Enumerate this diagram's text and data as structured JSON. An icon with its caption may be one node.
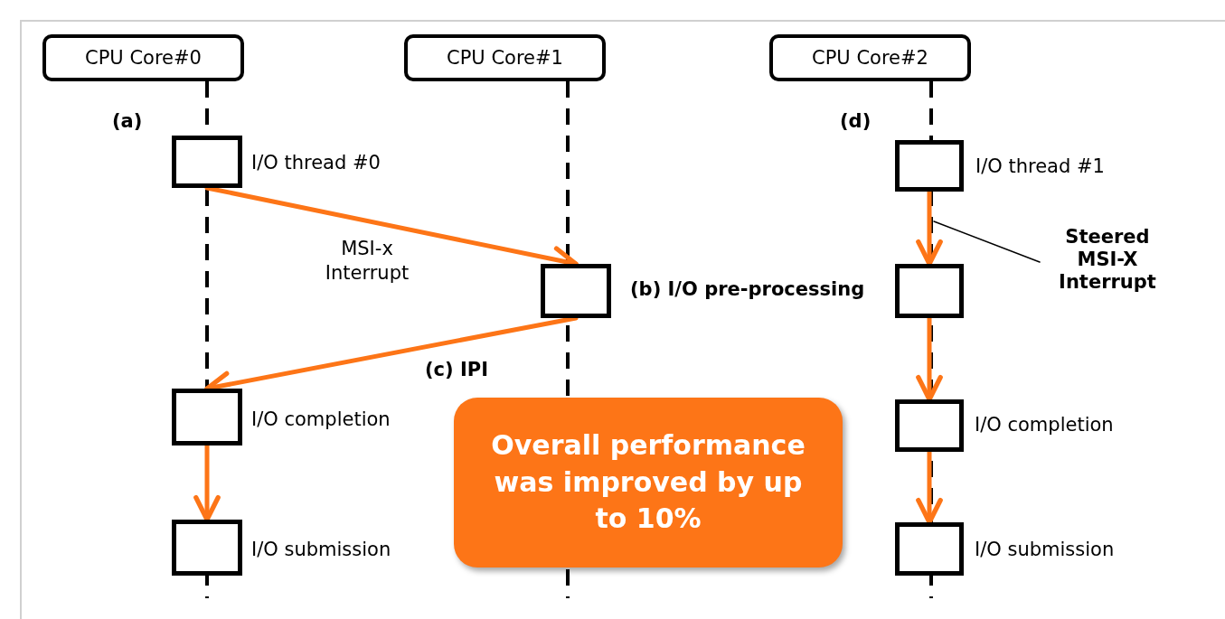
{
  "diagram": {
    "nodes": [
      {
        "text": [
          "CPU Core#0"
        ]
      },
      {
        "text": [
          "CPU Core#1"
        ]
      },
      {
        "text": [
          "CPU Core#2"
        ]
      },
      {
        "text": [],
        "shape": "box",
        "beside": [
          "(a)",
          "I/O thread #0"
        ]
      },
      {
        "text": [],
        "shape": "box",
        "beside": [
          "(b) I/O pre-processing"
        ]
      },
      {
        "text": [],
        "shape": "box",
        "beside": [
          "I/O completion"
        ]
      },
      {
        "text": [],
        "shape": "box",
        "beside": [
          "I/O submission"
        ]
      },
      {
        "text": [],
        "shape": "box",
        "beside": [
          "(d)",
          "I/O thread #1"
        ]
      },
      {
        "text": [],
        "shape": "box"
      },
      {
        "text": [],
        "shape": "box",
        "beside": [
          "I/O completion"
        ]
      },
      {
        "text": [],
        "shape": "box",
        "beside": [
          "I/O submission"
        ]
      },
      {
        "text": [
          "Overall performance was improved by up to 10%"
        ]
      },
      {
        "text": [
          "Steered MSI-X Interrupt"
        ]
      }
    ],
    "edges": [
      {
        "from": 3,
        "to": 4,
        "arrow": "to",
        "label": "MSI-x Interrupt"
      },
      {
        "from": 4,
        "to": 5,
        "arrow": "to",
        "label": "(c) IPI"
      },
      {
        "from": 5,
        "to": 6,
        "arrow": "to"
      },
      {
        "from": 7,
        "to": 8,
        "arrow": "to"
      },
      {
        "from": 8,
        "to": 9,
        "arrow": "to"
      },
      {
        "from": 9,
        "to": 10,
        "arrow": "to"
      },
      {
        "from": 12,
        "to": null,
        "arrow": "none",
        "color": "#000000"
      }
    ]
  }
}
